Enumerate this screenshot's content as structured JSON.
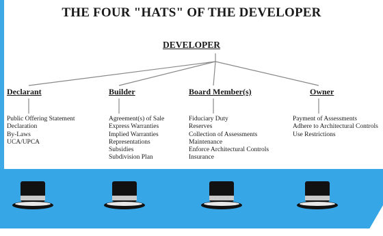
{
  "title": "THE FOUR \"HATS\" OF THE DEVELOPER",
  "root": "DEVELOPER",
  "columns": [
    {
      "heading": "Declarant",
      "items": [
        "Public Offering Statement",
        "Declaration",
        "By-Laws",
        "UCA/UPCA"
      ]
    },
    {
      "heading": "Builder",
      "items": [
        "Agreement(s) of Sale",
        "Express Warranties",
        "Implied Warranties",
        "Representations",
        "Subsidies",
        "Subdivision Plan"
      ]
    },
    {
      "heading": "Board Member(s)",
      "items": [
        "Fiduciary Duty",
        "Reserves",
        "Collection of Assessments",
        "Maintenance",
        "Enforce Architectural Controls",
        "Insurance"
      ]
    },
    {
      "heading": "Owner",
      "items": [
        "Payment of Assessments",
        "Adhere to Architectural Controls",
        "Use Restrictions"
      ]
    }
  ],
  "hats": [
    "hat-icon",
    "hat-icon",
    "hat-icon",
    "hat-icon"
  ],
  "colors": {
    "band": "#36a6e6",
    "hat": "#111111",
    "hat_band": "#c9c9c9"
  }
}
